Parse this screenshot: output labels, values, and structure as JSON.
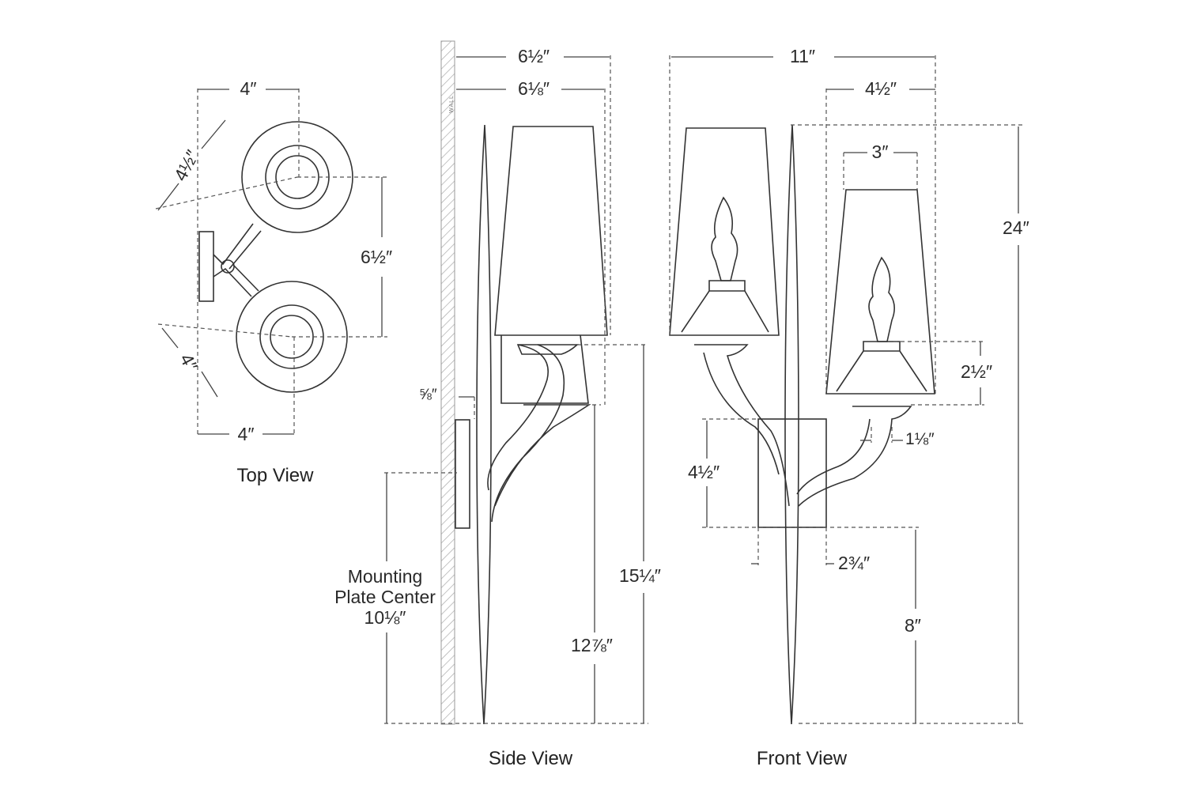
{
  "views": {
    "top": "Top View",
    "side": "Side View",
    "front": "Front View"
  },
  "wall_label": "WALL",
  "top_view": {
    "width_upper": "4″",
    "diag_upper": "4½″",
    "spacing": "6½″",
    "diag_lower": "4″",
    "width_lower": "4″"
  },
  "side_view": {
    "overall_depth": "6½″",
    "shade_depth": "6⅛″",
    "plate_depth": "⅝″",
    "arm_height": "15¼″",
    "shade_bottom_height": "12⅞″",
    "mounting_line1": "Mounting",
    "mounting_line2": "Plate Center",
    "mounting_value": "10⅛″"
  },
  "front_view": {
    "overall_width": "11″",
    "shade_top_width": "4½″",
    "shade_bottom_width": "3″",
    "overall_height": "24″",
    "cup_height": "2½″",
    "cup_width": "1⅛″",
    "plate_height": "4½″",
    "plate_width": "2¾″",
    "plate_from_floor": "8″"
  },
  "colors": {
    "line": "#333333",
    "dim": "#555555",
    "background": "#ffffff"
  }
}
